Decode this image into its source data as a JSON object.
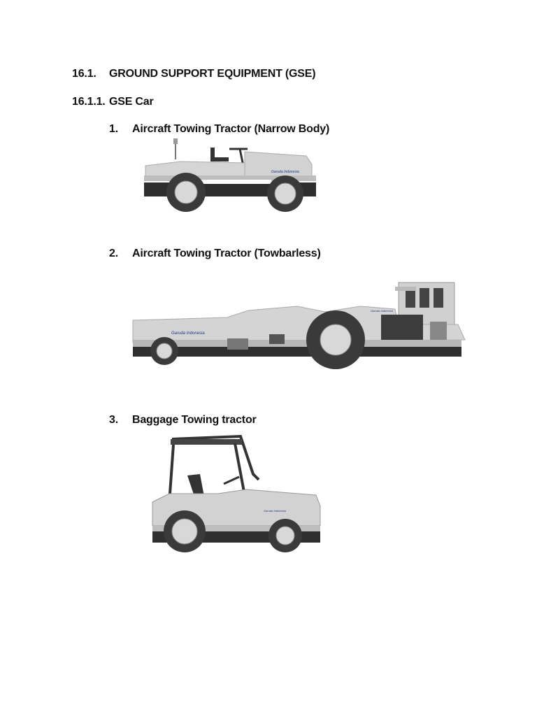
{
  "section": {
    "number": "16.1.",
    "title": "GROUND SUPPORT EQUIPMENT (GSE)"
  },
  "subsection": {
    "number": "16.1.1.",
    "title": "GSE Car"
  },
  "items": [
    {
      "number": "1.",
      "title": "Aircraft Towing Tractor (Narrow Body)",
      "logo_text": "Garuda Indonesia"
    },
    {
      "number": "2.",
      "title": "Aircraft Towing Tractor (Towbarless)",
      "logo_text": "Garuda Indonesia"
    },
    {
      "number": "3.",
      "title": "Baggage Towing tractor",
      "logo_text": "Garuda Indonesia"
    }
  ],
  "colors": {
    "body": "#cfcfcf",
    "dark": "#333333",
    "tire": "#3a3a3a",
    "hub": "#d8d8d8",
    "logo_blue": "#1f3a8a"
  }
}
